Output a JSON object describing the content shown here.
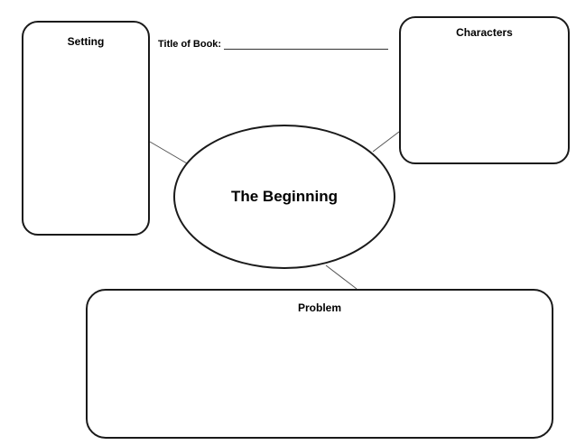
{
  "title_of_book": {
    "label": "Title of Book:",
    "value": ""
  },
  "setting": {
    "label": "Setting"
  },
  "characters": {
    "label": "Characters"
  },
  "center": {
    "label": "The Beginning"
  },
  "problem": {
    "label": "Problem"
  },
  "colors": {
    "border": "#1a1a1a",
    "connector": "#555555",
    "background": "#ffffff"
  }
}
